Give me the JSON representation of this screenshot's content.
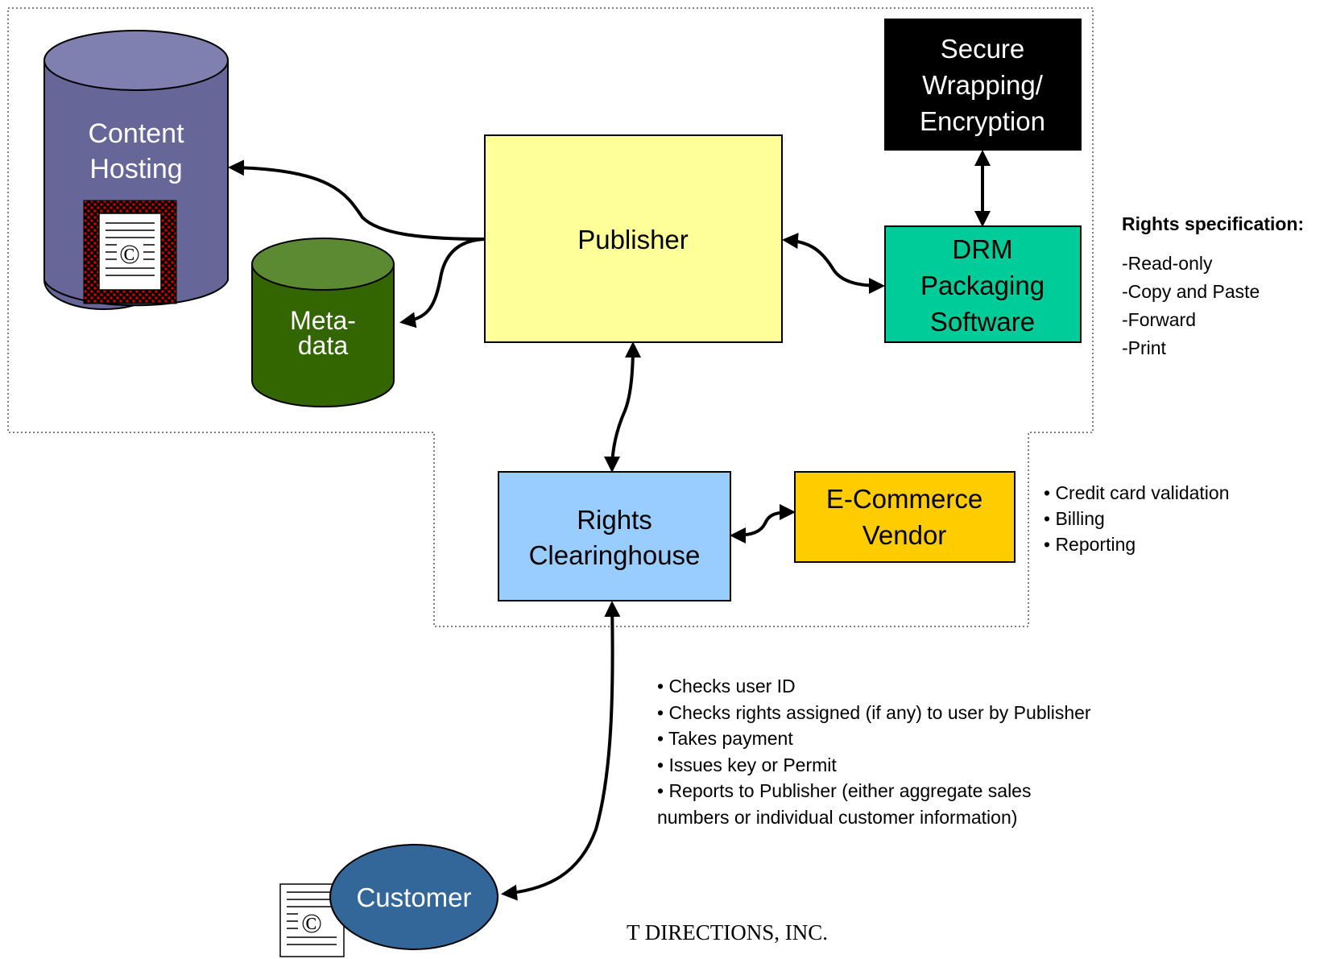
{
  "nodes": {
    "content_hosting": {
      "line1": "Content",
      "line2": "Hosting",
      "fill": "#666699",
      "top_fill": "#8080b0"
    },
    "metadata": {
      "line1": "Meta-",
      "line2": "data",
      "fill": "#336600",
      "top_fill": "#5c8a33"
    },
    "publisher": {
      "label": "Publisher",
      "fill": "#ffff99"
    },
    "secure_wrapping": {
      "line1": "Secure",
      "line2": "Wrapping/",
      "line3": "Encryption",
      "fill": "#000000"
    },
    "drm": {
      "line1": "DRM",
      "line2": "Packaging",
      "line3": "Software",
      "fill": "#00cc99"
    },
    "clearinghouse": {
      "line1": "Rights",
      "line2": "Clearinghouse",
      "fill": "#99ccff"
    },
    "ecommerce": {
      "line1": "E-Commerce",
      "line2": "Vendor",
      "fill": "#ffcc00"
    },
    "customer": {
      "label": "Customer",
      "fill": "#336699"
    }
  },
  "icons": {
    "copyright_symbol": "©"
  },
  "rights_spec": {
    "heading": "Rights specification:",
    "items": [
      "-Read-only",
      "-Copy and Paste",
      "-Forward",
      "-Print"
    ]
  },
  "ecommerce_notes": [
    "• Credit card validation",
    "• Billing",
    "• Reporting"
  ],
  "clearinghouse_notes": [
    "• Checks user ID",
    "• Checks rights assigned (if any) to user by Publisher",
    "• Takes payment",
    "• Issues key or Permit",
    "• Reports to Publisher (either aggregate sales",
    "numbers or individual customer information)"
  ],
  "footer": "T DIRECTIONS, INC."
}
